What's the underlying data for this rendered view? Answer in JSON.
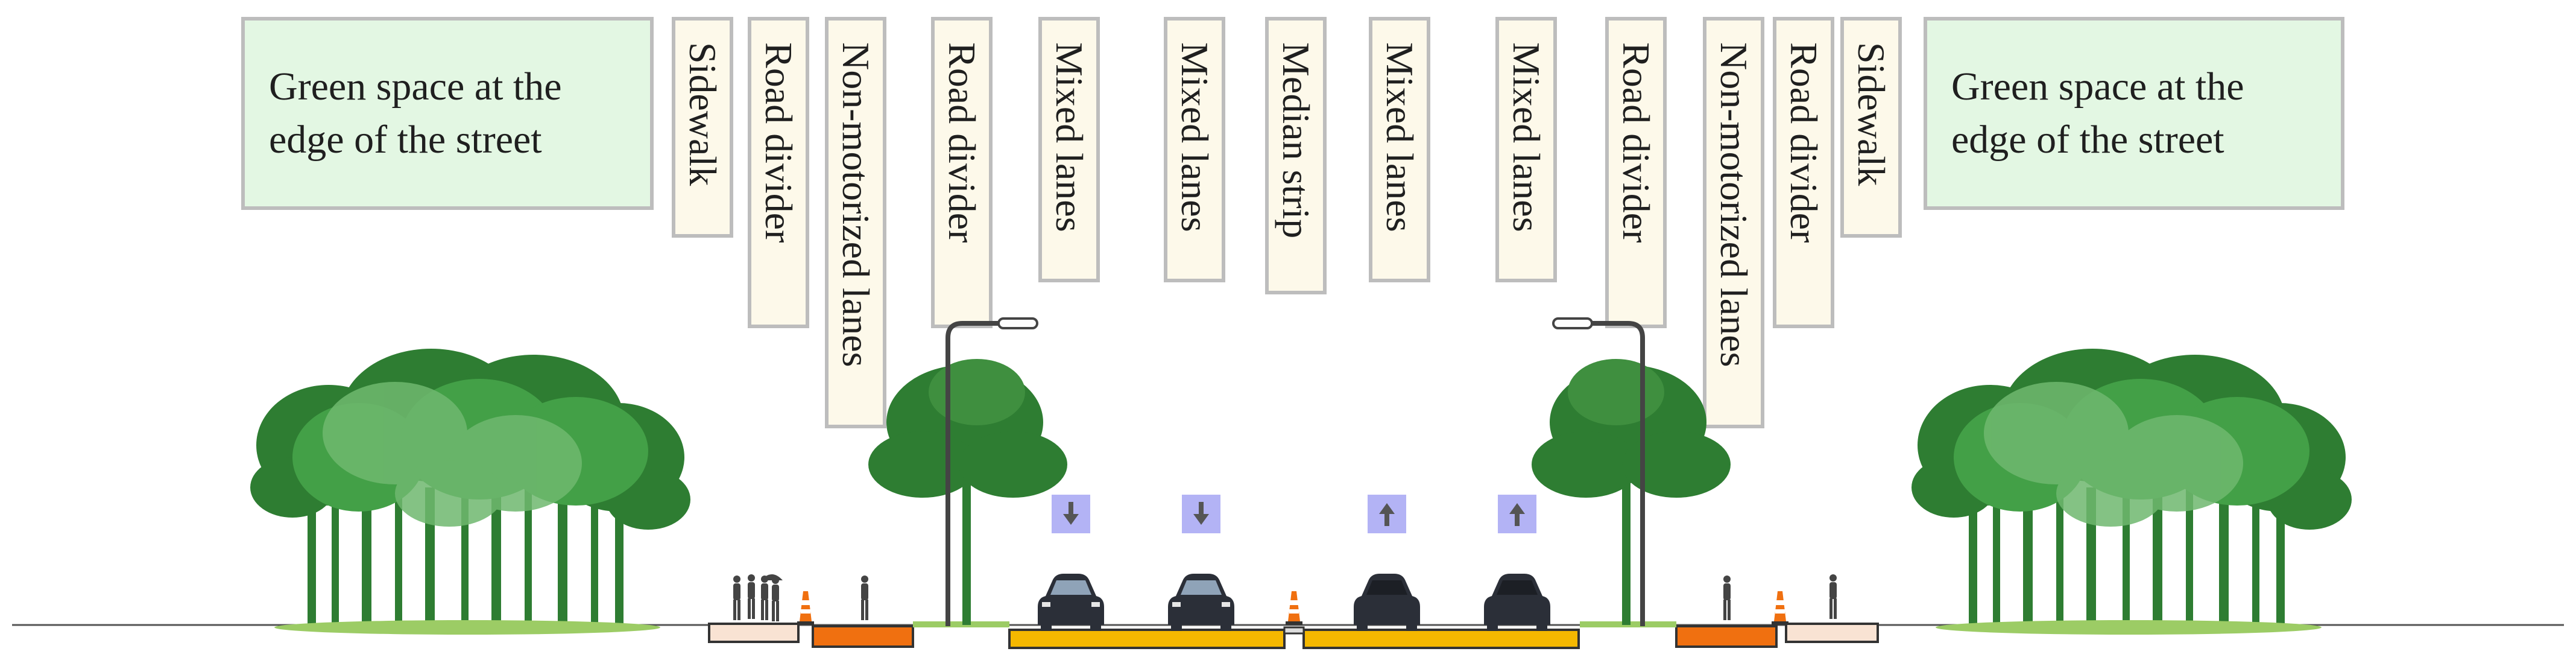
{
  "labels": {
    "green_left": {
      "line1": "Green space at the",
      "line2": "edge of the street"
    },
    "green_right": {
      "line1": "Green space at the",
      "line2": "edge of the street"
    },
    "vertical": [
      "Sidewalk",
      "Road divider",
      "Non-motorized lanes",
      "Road divider",
      "Mixed lanes",
      "Mixed lanes",
      "Median strip",
      "Mixed lanes",
      "Mixed lanes",
      "Road divider",
      "Non-motorized lanes",
      "Road divider",
      "Sidewalk"
    ]
  },
  "lane_arrows": [
    "down",
    "down",
    "up",
    "up"
  ],
  "colors": {
    "tree_dark": "#2e7d32",
    "tree_mid": "#43a047",
    "tree_light": "#6fb86f",
    "non_motorized_lane": "#f07010",
    "mixed_lane": "#f5b800",
    "sidewalk": "#f9e3d3",
    "arrow_badge": "#b3b3f5",
    "car": "#2b2f38",
    "label_fill": "#fdf9ea",
    "label_border": "#bdbdbd",
    "green_fill": "#e3f7e3"
  }
}
